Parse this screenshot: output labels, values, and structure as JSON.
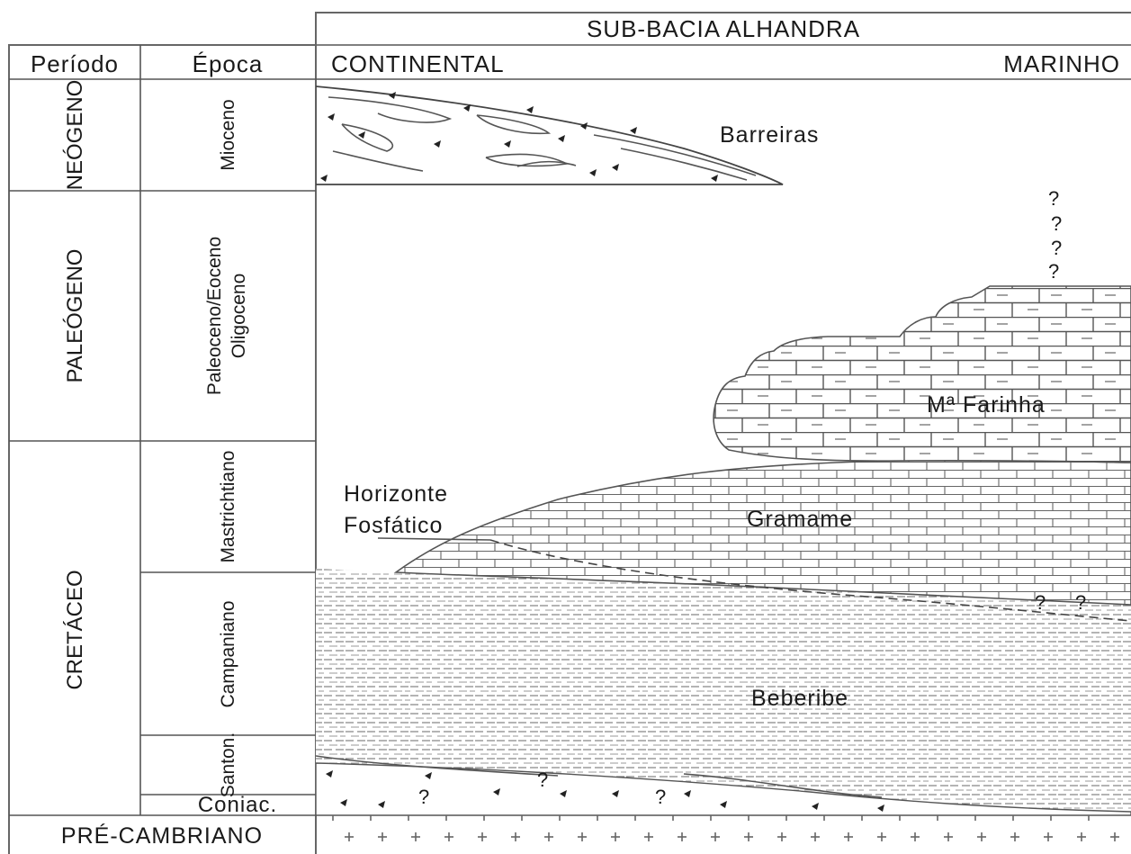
{
  "header": {
    "title": "SUB-BACIA ALHANDRA",
    "col_periodo": "Período",
    "col_epoca": "Época",
    "left_env": "CONTINENTAL",
    "right_env": "MARINHO"
  },
  "periods": {
    "neogeno": "NEÓGENO",
    "paleogeno": "PALEÓGENO",
    "cretaceo": "CRETÁCEO",
    "precambriano": "PRÉ-CAMBRIANO"
  },
  "epochs": {
    "mioceno": "Mioceno",
    "paleoceno_1": "Paleoceno/Eoceno",
    "paleoceno_2": "Oligoceno",
    "mastrichtiano": "Mastrichtiano",
    "campaniano": "Campaniano",
    "santon": "Santon.",
    "coniac": "Coniac."
  },
  "units": {
    "barreiras": "Barreiras",
    "farinha": "Mª Farinha",
    "gramame": "Gramame",
    "horizonte_1": "Horizonte",
    "horizonte_2": "Fosfático",
    "beberibe": "Beberibe"
  },
  "question_mark": "?"
}
